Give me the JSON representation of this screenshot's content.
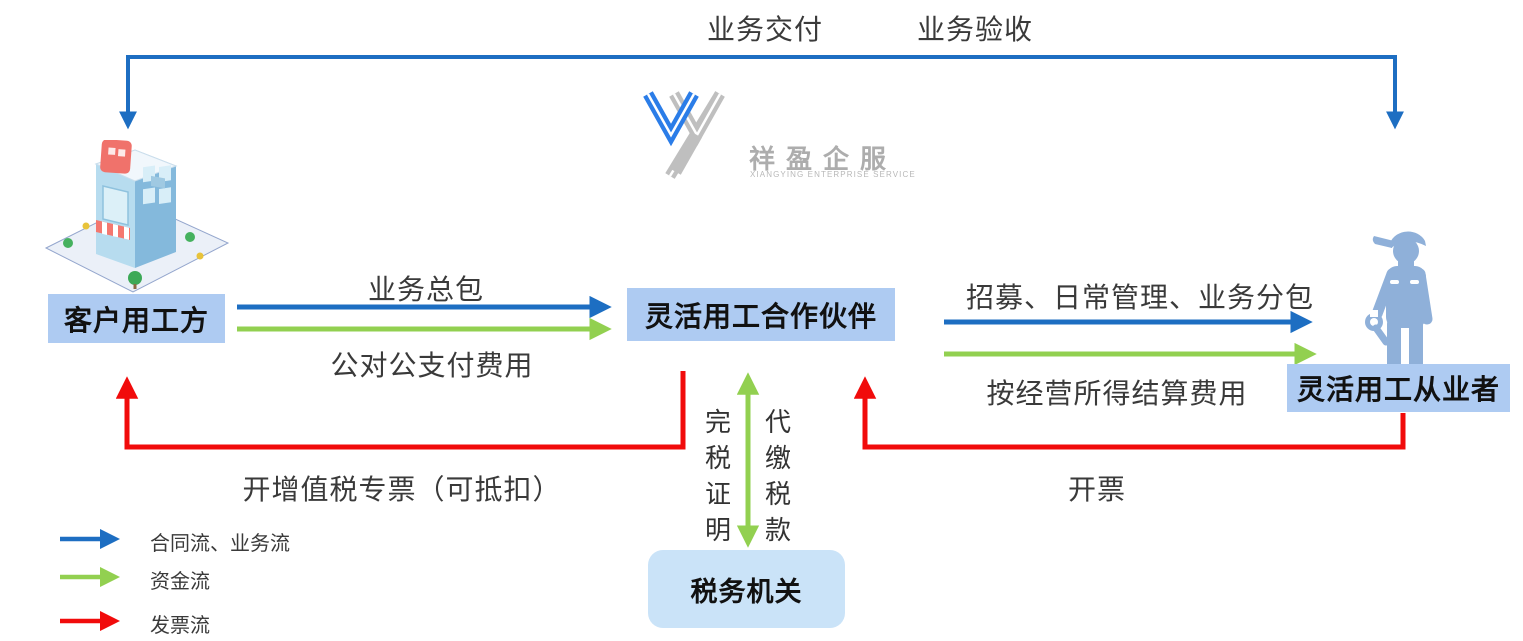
{
  "top_flow": {
    "delivery": "业务交付",
    "acceptance": "业务验收"
  },
  "logo": {
    "name": "祥盈企服",
    "subtitle": "XIANGYING ENTERPRISE SERVICE"
  },
  "entities": {
    "client": "客户用工方",
    "partner": "灵活用工合作伙伴",
    "worker": "灵活用工从业者",
    "tax_authority": "税务机关"
  },
  "flow_labels": {
    "client_to_partner_contract": "业务总包",
    "client_to_partner_payment": "公对公支付费用",
    "partner_to_worker_contract": "招募、日常管理、业务分包",
    "partner_to_worker_payment": "按经营所得结算费用",
    "partner_to_client_invoice": "开增值税专票（可抵扣）",
    "worker_to_partner_invoice": "开票",
    "tax_certificate": "完税证明",
    "tax_withholding": "代缴税款"
  },
  "legend": {
    "items": [
      {
        "label": "合同流、业务流",
        "color": "#1D6EC2"
      },
      {
        "label": "资金流",
        "color": "#92D050"
      },
      {
        "label": "发票流",
        "color": "#F10B0B"
      }
    ]
  },
  "colors": {
    "contract_flow_blue": "#1D6EC2",
    "capital_flow_green": "#92D050",
    "invoice_flow_red": "#F10B0B",
    "entity_box_bg": "#AECBF2",
    "tax_box_bg": "#CAE3F8",
    "worker_icon_blue": "#8FB0D9",
    "logo_gray": "#ADADAD",
    "logo_blue": "#2B7DE8"
  },
  "icons": {
    "client": "building-icon",
    "worker": "maintenance-worker-icon",
    "logo_mark": "xiangying-w-logo-mark"
  }
}
